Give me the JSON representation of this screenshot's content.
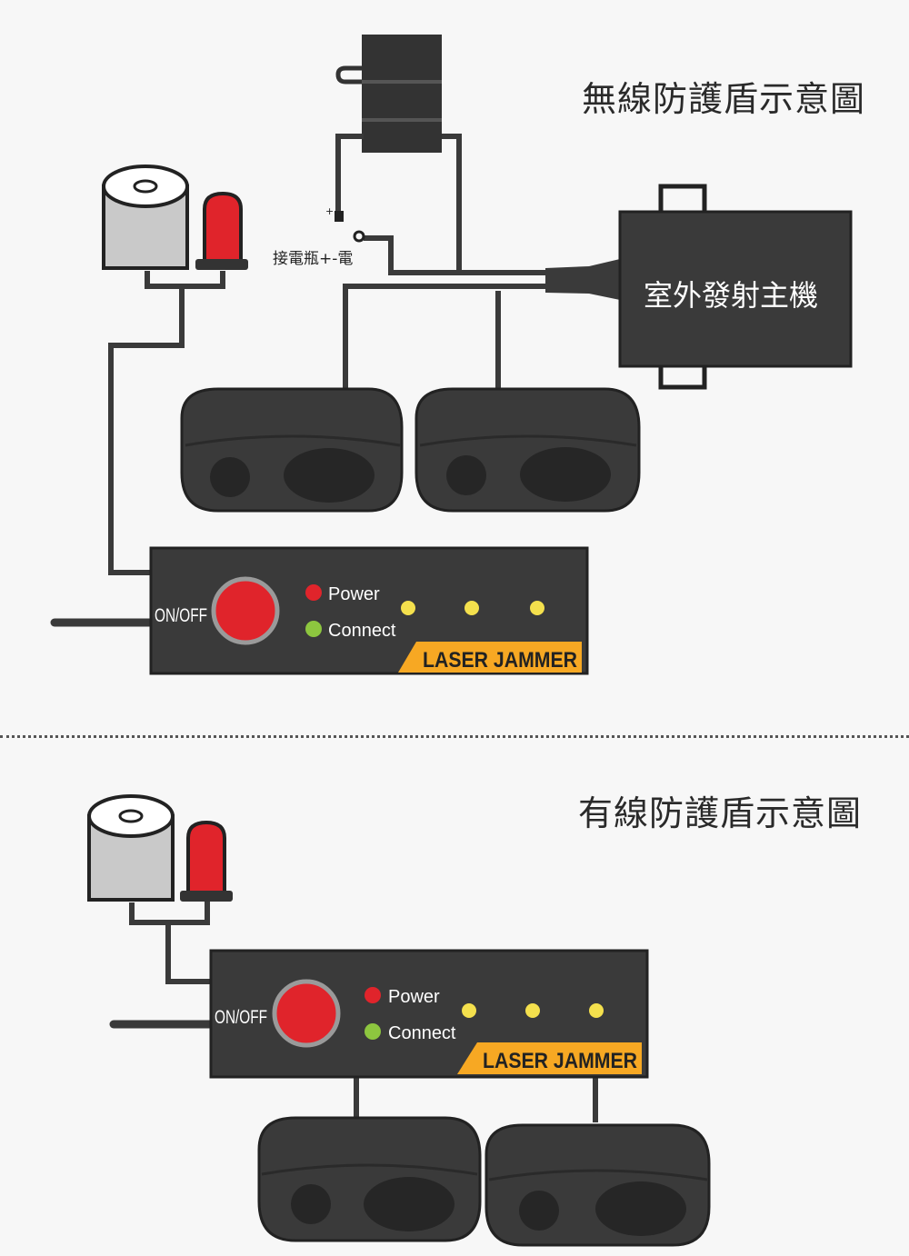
{
  "wireless": {
    "title": "無線防護盾示意圖",
    "main_unit_label": "室外發射主機",
    "battery_label": "接電瓶+-電",
    "plus_mark": "+",
    "control_box": {
      "onoff_label": "ON/OFF",
      "power_label": "Power",
      "connect_label": "Connect",
      "brand_label": "LASER JAMMER"
    }
  },
  "wired": {
    "title": "有線防護盾示意圖",
    "control_box": {
      "onoff_label": "ON/OFF",
      "power_label": "Power",
      "connect_label": "Connect",
      "brand_label": "LASER JAMMER"
    }
  },
  "colors": {
    "device_dark": "#3a3a3a",
    "wire": "#3a3a3a",
    "button_red": "#e0242b",
    "power_led": "#e0242b",
    "connect_led": "#8dc63f",
    "status_led": "#f4e04d",
    "brand_tag": "#f7a823",
    "speaker_gray": "#c9c9c9",
    "siren_red": "#e0242b"
  }
}
